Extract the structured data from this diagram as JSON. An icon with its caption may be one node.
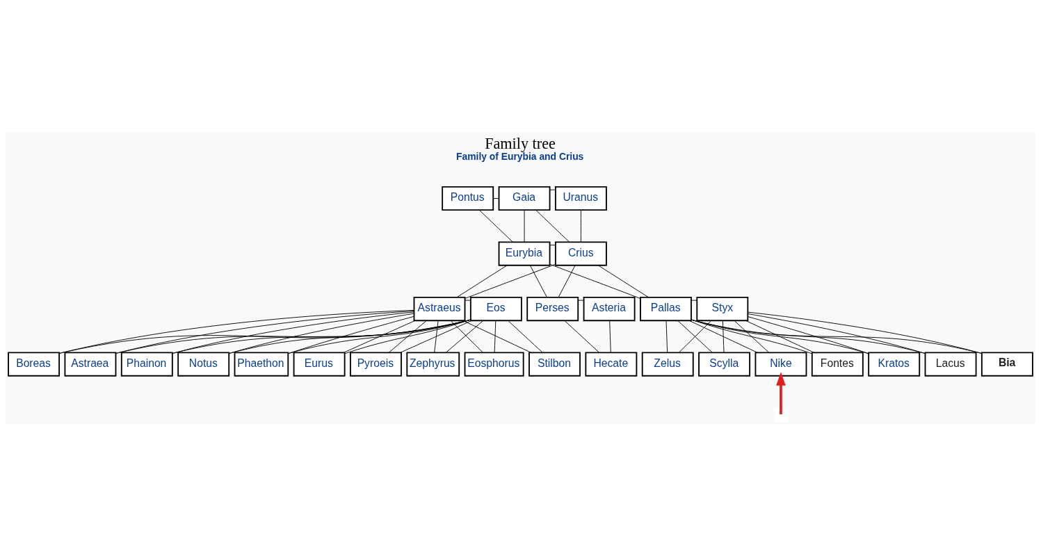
{
  "diagram": {
    "title": "Family tree",
    "caption": "Family of Eurybia and Crius",
    "nodes": [
      {
        "text": [
          "Pontus"
        ]
      },
      {
        "text": [
          "Gaia"
        ]
      },
      {
        "text": [
          "Uranus"
        ]
      },
      {
        "text": [
          "Eurybia"
        ]
      },
      {
        "text": [
          "Crius"
        ]
      },
      {
        "text": [
          "Astraeus"
        ]
      },
      {
        "text": [
          "Eos"
        ]
      },
      {
        "text": [
          "Perses"
        ]
      },
      {
        "text": [
          "Asteria"
        ]
      },
      {
        "text": [
          "Pallas"
        ]
      },
      {
        "text": [
          "Styx"
        ]
      },
      {
        "text": [
          "Boreas"
        ]
      },
      {
        "text": [
          "Astraea"
        ]
      },
      {
        "text": [
          "Phainon"
        ]
      },
      {
        "text": [
          "Hecate"
        ]
      },
      {
        "text": [
          "Zelus"
        ]
      },
      {
        "text": [
          "Scylla"
        ]
      },
      {
        "text": [
          "Notus"
        ]
      },
      {
        "text": [
          "Phaethon"
        ]
      },
      {
        "text": [
          "Nike"
        ]
      },
      {
        "text": [
          "Fontes"
        ]
      },
      {
        "text": [
          "Eurus"
        ]
      },
      {
        "text": [
          "Pyroeis"
        ]
      },
      {
        "text": [
          "Kratos"
        ]
      },
      {
        "text": [
          "Lacus"
        ]
      },
      {
        "text": [
          "Zephyrus"
        ]
      },
      {
        "text": [
          "Eosphorus"
        ]
      },
      {
        "text": [
          "Bia"
        ]
      },
      {
        "text": [
          "Stilbon"
        ]
      }
    ],
    "edges": [
      {
        "from": 0,
        "to": 1,
        "arrow": "none"
      },
      {
        "from": 1,
        "to": 2,
        "arrow": "none"
      },
      {
        "from": 0,
        "to": 3,
        "arrow": "none"
      },
      {
        "from": 1,
        "to": 3,
        "arrow": "none"
      },
      {
        "from": 1,
        "to": 4,
        "arrow": "none"
      },
      {
        "from": 2,
        "to": 4,
        "arrow": "none"
      },
      {
        "from": 3,
        "to": 4,
        "arrow": "none"
      },
      {
        "from": 3,
        "to": 5,
        "arrow": "none"
      },
      {
        "from": 4,
        "to": 5,
        "arrow": "none"
      },
      {
        "from": 3,
        "to": 7,
        "arrow": "none"
      },
      {
        "from": 4,
        "to": 7,
        "arrow": "none"
      },
      {
        "from": 3,
        "to": 9,
        "arrow": "none"
      },
      {
        "from": 4,
        "to": 9,
        "arrow": "none"
      },
      {
        "from": 5,
        "to": 6,
        "arrow": "none"
      },
      {
        "from": 7,
        "to": 8,
        "arrow": "none"
      },
      {
        "from": 9,
        "to": 10,
        "arrow": "none"
      },
      {
        "from": 5,
        "to": 11,
        "arrow": "none"
      },
      {
        "from": 6,
        "to": 11,
        "arrow": "none"
      },
      {
        "from": 5,
        "to": 17,
        "arrow": "none"
      },
      {
        "from": 6,
        "to": 17,
        "arrow": "none"
      },
      {
        "from": 5,
        "to": 21,
        "arrow": "none"
      },
      {
        "from": 6,
        "to": 21,
        "arrow": "none"
      },
      {
        "from": 5,
        "to": 25,
        "arrow": "none"
      },
      {
        "from": 6,
        "to": 25,
        "arrow": "none"
      },
      {
        "from": 5,
        "to": 12,
        "arrow": "none"
      },
      {
        "from": 6,
        "to": 12,
        "arrow": "none"
      },
      {
        "from": 5,
        "to": 13,
        "arrow": "none"
      },
      {
        "from": 6,
        "to": 13,
        "arrow": "none"
      },
      {
        "from": 5,
        "to": 18,
        "arrow": "none"
      },
      {
        "from": 6,
        "to": 18,
        "arrow": "none"
      },
      {
        "from": 5,
        "to": 22,
        "arrow": "none"
      },
      {
        "from": 6,
        "to": 22,
        "arrow": "none"
      },
      {
        "from": 5,
        "to": 26,
        "arrow": "none"
      },
      {
        "from": 6,
        "to": 26,
        "arrow": "none"
      },
      {
        "from": 5,
        "to": 28,
        "arrow": "none"
      },
      {
        "from": 6,
        "to": 28,
        "arrow": "none"
      },
      {
        "from": 7,
        "to": 14,
        "arrow": "none"
      },
      {
        "from": 8,
        "to": 14,
        "arrow": "none"
      },
      {
        "from": 9,
        "to": 15,
        "arrow": "none"
      },
      {
        "from": 10,
        "to": 15,
        "arrow": "none"
      },
      {
        "from": 9,
        "to": 19,
        "arrow": "none"
      },
      {
        "from": 10,
        "to": 19,
        "arrow": "none"
      },
      {
        "from": 9,
        "to": 23,
        "arrow": "none"
      },
      {
        "from": 10,
        "to": 23,
        "arrow": "none"
      },
      {
        "from": 9,
        "to": 27,
        "arrow": "none"
      },
      {
        "from": 10,
        "to": 27,
        "arrow": "none"
      },
      {
        "from": 9,
        "to": 16,
        "arrow": "none"
      },
      {
        "from": 10,
        "to": 16,
        "arrow": "none"
      },
      {
        "from": 9,
        "to": 20,
        "arrow": "none"
      },
      {
        "from": 10,
        "to": 20,
        "arrow": "none"
      },
      {
        "from": 9,
        "to": 24,
        "arrow": "none"
      },
      {
        "from": 10,
        "to": 24,
        "arrow": "none"
      },
      {
        "from": null,
        "to": 19,
        "arrow": "to",
        "style": "thick",
        "color": "#e02020"
      }
    ]
  }
}
